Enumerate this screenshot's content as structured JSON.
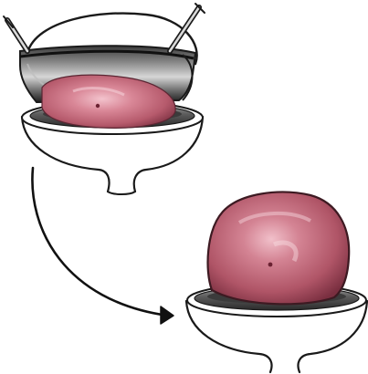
{
  "diagram": {
    "panels": [
      {
        "id": "before",
        "state": "tissue held inside clamping device over basin"
      },
      {
        "id": "after",
        "state": "tissue domed above basin rim"
      }
    ],
    "connector": {
      "direction": "before-to-after",
      "style": "curved-arrow"
    },
    "colors": {
      "outline": "#1a1a1a",
      "tissue_light": "#e9a6b4",
      "tissue_mid": "#c7707f",
      "tissue_dark": "#8e3f50",
      "device_dark": "#262626",
      "device_mid": "#6e6e6e",
      "device_light": "#c4c4c4",
      "background": "#ffffff"
    },
    "icons": [
      "instrument-left-icon",
      "instrument-right-icon",
      "arrow-icon"
    ]
  }
}
